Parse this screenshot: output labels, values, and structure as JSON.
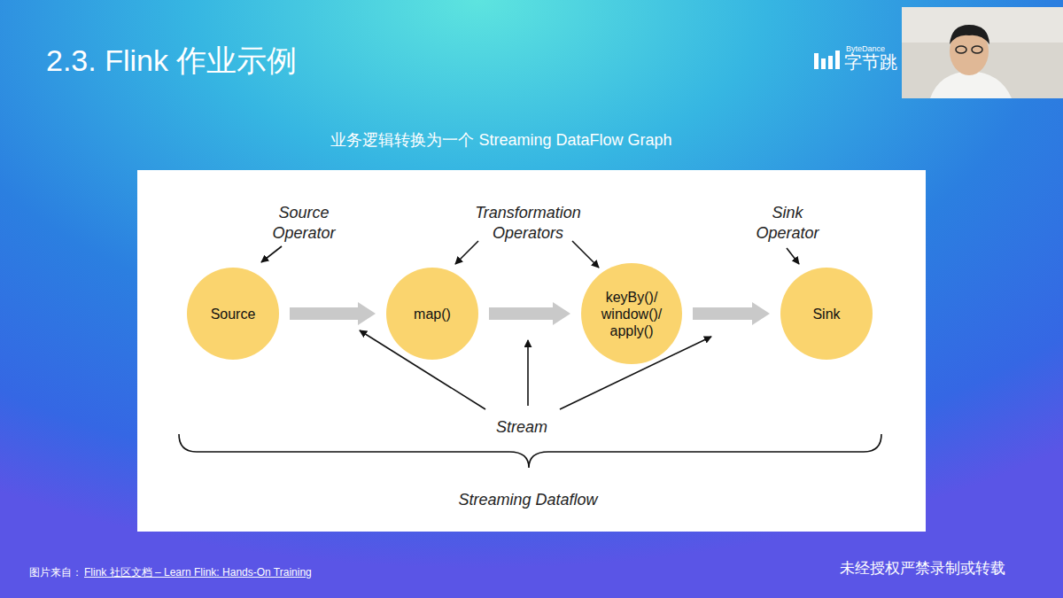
{
  "diagram": {
    "title": "2.3. Flink 作业示例",
    "nodes": [
      {
        "text": [
          "Source"
        ]
      },
      {
        "text": [
          "map()"
        ]
      },
      {
        "text": [
          "keyBy()/ window()/ apply()"
        ]
      },
      {
        "text": [
          "Sink"
        ]
      }
    ],
    "edges": [
      {
        "from": 0,
        "to": 1,
        "arrow": "to"
      },
      {
        "from": 1,
        "to": 2,
        "arrow": "to"
      },
      {
        "from": 2,
        "to": 3,
        "arrow": "to"
      }
    ],
    "labels": [
      "业务逻辑转换为一个 Streaming DataFlow Graph",
      "Source Operator",
      "Transformation Operators",
      "Sink Operator",
      "Stream",
      "Streaming Dataflow",
      "图片来自：",
      "Flink 社区文档 – Learn Flink: Hands-On Training",
      "未经授权严禁录制或转载",
      "ByteDance",
      "字节跳"
    ]
  }
}
